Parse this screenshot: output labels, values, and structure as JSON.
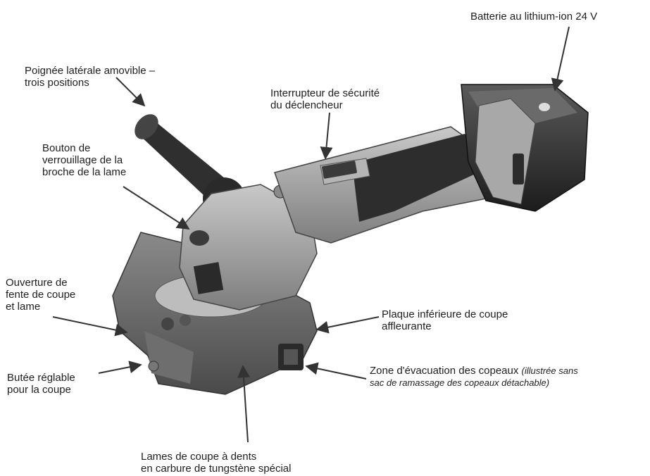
{
  "labels": {
    "battery": {
      "lines": [
        "Batterie au lithium-ion 24 V"
      ]
    },
    "side_handle": {
      "lines": [
        "Poignée latérale amovible –",
        "trois positions"
      ]
    },
    "trigger_switch": {
      "lines": [
        "Interrupteur de sécurité",
        "du déclencheur"
      ]
    },
    "spindle_lock": {
      "lines": [
        "Bouton de",
        "verrouillage de la",
        "broche de la lame"
      ]
    },
    "cut_slot": {
      "lines": [
        "Ouverture de",
        "fente de coupe",
        "et lame"
      ]
    },
    "bottom_plate": {
      "lines": [
        "Plaque inférieure de coupe",
        "affleurante"
      ]
    },
    "adjustable_stop": {
      "lines": [
        "Butée réglable",
        "pour la coupe"
      ]
    },
    "chip_exhaust": {
      "line1": "Zone d'évacuation des copeaux ",
      "line1_note": "(illustrée sans",
      "line2_note": "sac de ramassage des copeaux détachable)"
    },
    "blades": {
      "lines": [
        "Lames de coupe à dents",
        "en carbure de tungstène spécial"
      ]
    }
  },
  "colors": {
    "background": "#ffffff",
    "text": "#1e1e1e",
    "arrow": "#333333",
    "tool_gray": "#9a9a9a",
    "tool_dark": "#3a3a3a",
    "battery_black": "#262626"
  }
}
